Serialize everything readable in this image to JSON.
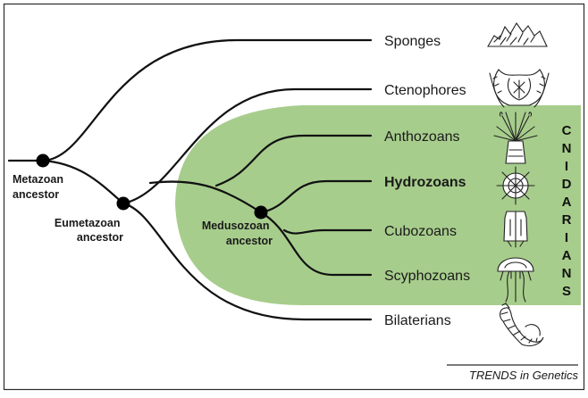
{
  "colors": {
    "cnidarian_group_fill": "#a7cd8c",
    "frame": "#2b2b2b",
    "branch": "#111111"
  },
  "taxa": [
    {
      "label": "Sponges",
      "icon": "sponge-icon"
    },
    {
      "label": "Ctenophores",
      "icon": "comb-jelly-icon"
    },
    {
      "label": "Anthozoans",
      "icon": "sea-anemone-icon"
    },
    {
      "label": "Hydrozoans",
      "icon": "hydromedusa-icon",
      "emphasized": true
    },
    {
      "label": "Cubozoans",
      "icon": "box-jellyfish-icon"
    },
    {
      "label": "Scyphozoans",
      "icon": "jellyfish-icon"
    },
    {
      "label": "Bilaterians",
      "icon": "worm-icon"
    }
  ],
  "nodes": {
    "metazoan": [
      "Metazoan",
      "ancestor"
    ],
    "eumetazoan": [
      "Eumetazoan",
      "ancestor"
    ],
    "medusozoan": [
      "Medusozoan",
      "ancestor"
    ]
  },
  "group_label": [
    "C",
    "N",
    "I",
    "D",
    "A",
    "R",
    "I",
    "A",
    "N",
    "S"
  ],
  "credit": "TRENDS in Genetics"
}
